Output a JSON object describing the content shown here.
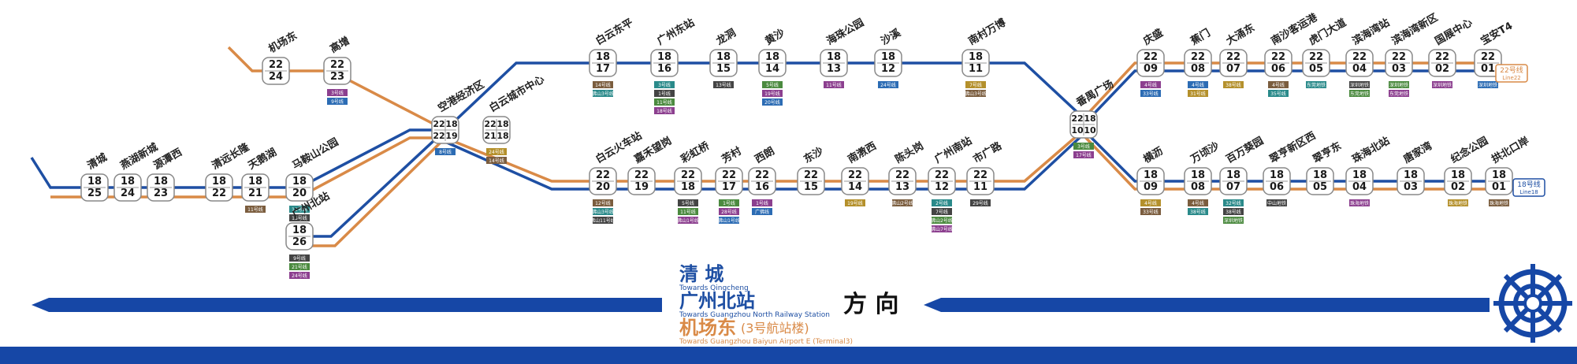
{
  "colors": {
    "line18": "#1e4fa3",
    "line22": "#d98a47",
    "interchange_red": "#e2312c",
    "tag_dark": "#444444",
    "bar_blue": "#1647a6"
  },
  "line_labels": {
    "l22": {
      "cn": "22号线",
      "en": "Line22"
    },
    "l18": {
      "cn": "18号线",
      "en": "Line18"
    }
  },
  "direction": {
    "qingcheng_cn": "清    城",
    "qingcheng_en": "Towards Qingcheng",
    "gzn_cn": "广州北站",
    "gzn_en": "Towards Guangzhou North Railway Station",
    "airport_cn": "机场东",
    "airport_paren": "(3号航站楼)",
    "airport_en": "Towards Guangzhou Baiyun Airport E (Terminal3)",
    "label": "方    向"
  },
  "stations": [
    {
      "id": "qc",
      "name": "清城",
      "codes": [
        "18",
        "25"
      ],
      "tags": []
    },
    {
      "id": "qyxc",
      "name": "燕湖新城",
      "codes": [
        "18",
        "24"
      ],
      "tags": []
    },
    {
      "id": "qyx",
      "name": "源潭西",
      "codes": [
        "18",
        "23"
      ],
      "tags": []
    },
    {
      "id": "qycs",
      "name": "清远长隆",
      "codes": [
        "18",
        "22"
      ],
      "tags": []
    },
    {
      "id": "tyh",
      "name": "天鹅湖",
      "codes": [
        "18",
        "21"
      ],
      "tags": [
        "11号线"
      ]
    },
    {
      "id": "mas",
      "name": "马鞍山公园",
      "codes": [
        "18",
        "20"
      ],
      "tags": [
        "11号线",
        "15号线",
        "16号线"
      ]
    },
    {
      "id": "gzb",
      "name": "广州北站",
      "codes": [
        "18",
        "26"
      ],
      "tags": [
        "9号线",
        "21号线",
        "24号线"
      ]
    },
    {
      "id": "jcd",
      "name": "机场东",
      "codes": [
        "22",
        "24"
      ],
      "tags": []
    },
    {
      "id": "gd",
      "name": "高增",
      "codes": [
        "22",
        "23"
      ],
      "tags": [
        "3号线",
        "9号线"
      ]
    },
    {
      "id": "kgjj",
      "name": "空港经济区",
      "codes": [
        "22",
        "18",
        "22",
        "19"
      ],
      "tags": [
        "8号线"
      ]
    },
    {
      "id": "bycs",
      "name": "白云城市中心",
      "codes": [
        "22",
        "18",
        "21",
        "18"
      ],
      "tags": [
        "24号线",
        "14号线"
      ]
    },
    {
      "id": "bydp",
      "name": "白云东平",
      "codes": [
        "18",
        "17"
      ],
      "tags": [
        "14号线",
        "佛山3号线"
      ]
    },
    {
      "id": "gzdz",
      "name": "广州东站",
      "codes": [
        "18",
        "16"
      ],
      "tags": [
        "3号线",
        "1号线",
        "11号线",
        "18号线"
      ]
    },
    {
      "id": "lc",
      "name": "龙洞",
      "codes": [
        "18",
        "15"
      ],
      "tags": [
        "13号线"
      ]
    },
    {
      "id": "hhs",
      "name": "黄沙",
      "codes": [
        "18",
        "14"
      ],
      "tags": [
        "5号线",
        "19号线",
        "20号线"
      ]
    },
    {
      "id": "hgh",
      "name": "海珠公园",
      "codes": [
        "18",
        "13"
      ],
      "tags": [
        "11号线"
      ]
    },
    {
      "id": "sy",
      "name": "沙溪",
      "codes": [
        "18",
        "12"
      ],
      "tags": [
        "24号线"
      ]
    },
    {
      "id": "nwg",
      "name": "南村万博",
      "codes": [
        "18",
        "11"
      ],
      "tags": [
        "7号线",
        "佛山3号线"
      ]
    },
    {
      "id": "byxd",
      "name": "白云火车站",
      "codes": [
        "22",
        "20"
      ],
      "tags": [
        "12号线",
        "佛山3号线",
        "佛山11号线"
      ]
    },
    {
      "id": "jm",
      "name": "嘉禾望岗",
      "codes": [
        "22",
        "19"
      ],
      "tags": []
    },
    {
      "id": "chy",
      "name": "彩虹桥",
      "codes": [
        "22",
        "18"
      ],
      "tags": [
        "5号线",
        "11号线",
        "佛山1号线"
      ]
    },
    {
      "id": "fc",
      "name": "芳村",
      "codes": [
        "22",
        "17"
      ],
      "tags": [
        "1号线",
        "28号线",
        "佛山1号线"
      ]
    },
    {
      "id": "xc",
      "name": "西朗",
      "codes": [
        "22",
        "16"
      ],
      "tags": [
        "1号线",
        "广佛线"
      ]
    },
    {
      "id": "ds",
      "name": "东沙",
      "codes": [
        "22",
        "15"
      ],
      "tags": []
    },
    {
      "id": "nzx",
      "name": "南漖西",
      "codes": [
        "22",
        "14"
      ],
      "tags": [
        "19号线"
      ]
    },
    {
      "id": "cty",
      "name": "陈头岗",
      "codes": [
        "22",
        "13"
      ],
      "tags": [
        "佛山2号线"
      ]
    },
    {
      "id": "gznz",
      "name": "广州南站",
      "codes": [
        "22",
        "12"
      ],
      "tags": [
        "2号线",
        "7号线",
        "佛山2号线",
        "佛山7号线"
      ]
    },
    {
      "id": "sgl",
      "name": "市广路",
      "codes": [
        "22",
        "11"
      ],
      "tags": [
        "29号线"
      ]
    },
    {
      "id": "pygc",
      "name": "番禺广场",
      "codes": [
        "22",
        "18",
        "10",
        "10"
      ],
      "tags": [
        "3号线",
        "17号线"
      ]
    },
    {
      "id": "qs",
      "name": "庆盛",
      "codes": [
        "22",
        "09"
      ],
      "tags": [
        "4号线",
        "33号线"
      ]
    },
    {
      "id": "jm2",
      "name": "蕉门",
      "codes": [
        "22",
        "08"
      ],
      "tags": [
        "4号线",
        "31号线"
      ]
    },
    {
      "id": "dyd",
      "name": "大涌东",
      "codes": [
        "22",
        "07"
      ],
      "tags": [
        "38号线"
      ]
    },
    {
      "id": "nsgy",
      "name": "南沙客运港",
      "codes": [
        "22",
        "06"
      ],
      "tags": [
        "4号线",
        "35号线"
      ]
    },
    {
      "id": "hmdd",
      "name": "虎门大道",
      "codes": [
        "22",
        "05"
      ],
      "tags": [
        "东莞地铁"
      ]
    },
    {
      "id": "bhwz",
      "name": "滨海湾站",
      "codes": [
        "22",
        "04"
      ],
      "tags": [
        "深圳地铁",
        "东莞地铁"
      ]
    },
    {
      "id": "bhwxq",
      "name": "滨海湾新区",
      "codes": [
        "22",
        "03"
      ],
      "tags": [
        "深圳地铁",
        "东莞地铁"
      ]
    },
    {
      "id": "gjhz",
      "name": "国展中心",
      "codes": [
        "22",
        "02"
      ],
      "tags": [
        "深圳地铁"
      ]
    },
    {
      "id": "ba",
      "name": "宝安T4",
      "codes": [
        "22",
        "01"
      ],
      "tags": [
        "深圳地铁"
      ]
    },
    {
      "id": "hy",
      "name": "横沥",
      "codes": [
        "18",
        "09"
      ],
      "tags": [
        "4号线",
        "33号线"
      ]
    },
    {
      "id": "wqs",
      "name": "万顷沙",
      "codes": [
        "18",
        "08"
      ],
      "tags": [
        "4号线",
        "38号线"
      ]
    },
    {
      "id": "bwgd",
      "name": "百万葵园",
      "codes": [
        "18",
        "07"
      ],
      "tags": [
        "32号线",
        "38号线",
        "深圳地铁"
      ]
    },
    {
      "id": "jsnx",
      "name": "翠亨新区西",
      "codes": [
        "18",
        "06"
      ],
      "tags": [
        "中山地铁"
      ]
    },
    {
      "id": "jsd",
      "name": "翠亨东",
      "codes": [
        "18",
        "05"
      ],
      "tags": []
    },
    {
      "id": "zhbz",
      "name": "珠海北站",
      "codes": [
        "18",
        "04"
      ],
      "tags": [
        "珠海地铁"
      ]
    },
    {
      "id": "tjw",
      "name": "唐家湾",
      "codes": [
        "18",
        "03"
      ],
      "tags": []
    },
    {
      "id": "jngy",
      "name": "纪念公园",
      "codes": [
        "18",
        "02"
      ],
      "tags": [
        "珠海地铁"
      ]
    },
    {
      "id": "gbk",
      "name": "拱北口岸",
      "codes": [
        "18",
        "01"
      ],
      "tags": [
        "珠海地铁"
      ]
    }
  ]
}
